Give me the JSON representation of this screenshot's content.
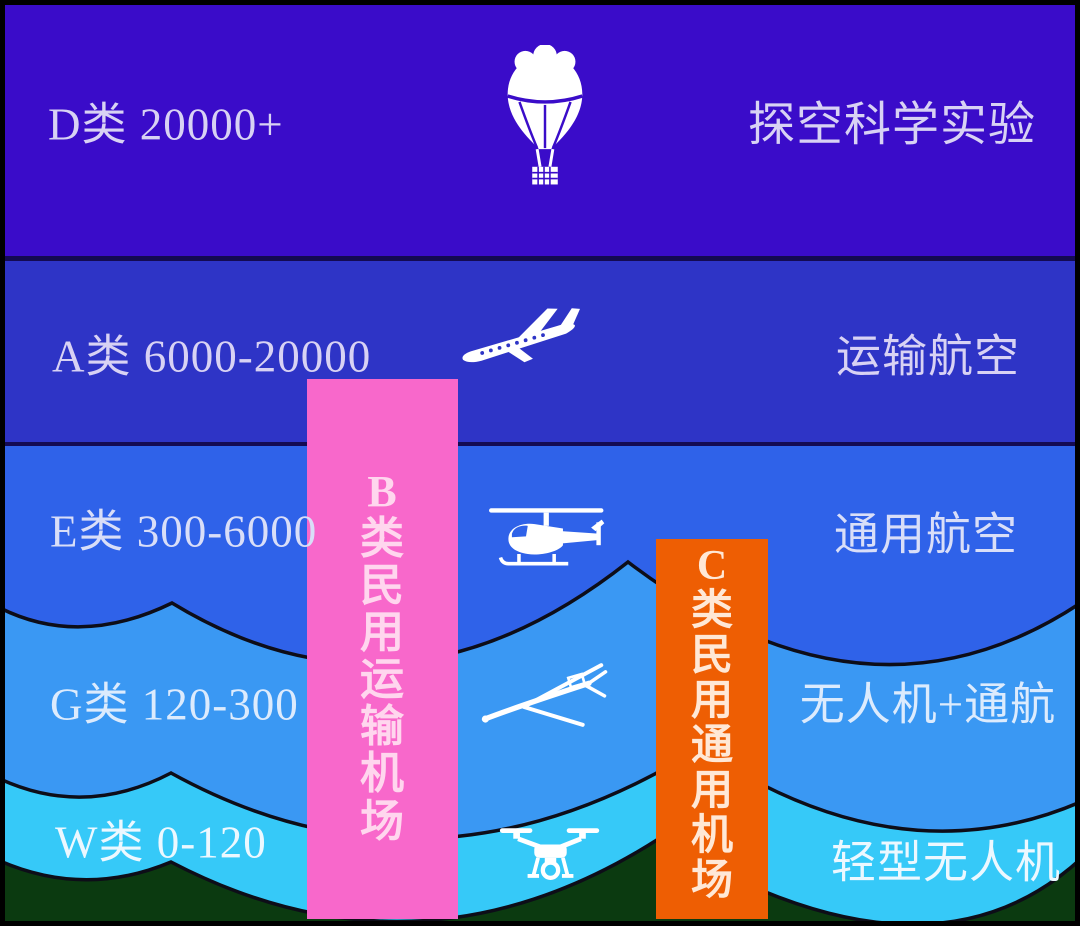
{
  "diagram": {
    "title_implicit": "airspace-classification",
    "layers": [
      {
        "code": "D",
        "range_label": "D类 20000+",
        "usage_label": "探空科学实验",
        "icon": "hot-air-balloon",
        "band_color": "#3a0cc9"
      },
      {
        "code": "A",
        "range_label": "A类 6000-20000",
        "usage_label": "运输航空",
        "icon": "airliner",
        "band_color": "#2e34c6"
      },
      {
        "code": "E",
        "range_label": "E类 300-6000",
        "usage_label": "通用航空",
        "icon": "helicopter",
        "band_color": "#2f62e9"
      },
      {
        "code": "G",
        "range_label": "G类 120-300",
        "usage_label": "无人机+通航",
        "icon": "fixed-wing-drone",
        "band_color": "#3a98f3"
      },
      {
        "code": "W",
        "range_label": "W类 0-120",
        "usage_label": "轻型无人机",
        "icon": "quadcopter-drone",
        "band_color": "#36c9f8"
      }
    ],
    "airport_bars": [
      {
        "label": "B类民用运输机场",
        "bar_color": "#f868cb",
        "text_color": "#ffd6ee"
      },
      {
        "label": "C类民用通用机场",
        "bar_color": "#ee5e03",
        "text_color": "#ffe8d6"
      }
    ],
    "ground_color": "#0b3a10",
    "divider_color": "#140a52"
  }
}
